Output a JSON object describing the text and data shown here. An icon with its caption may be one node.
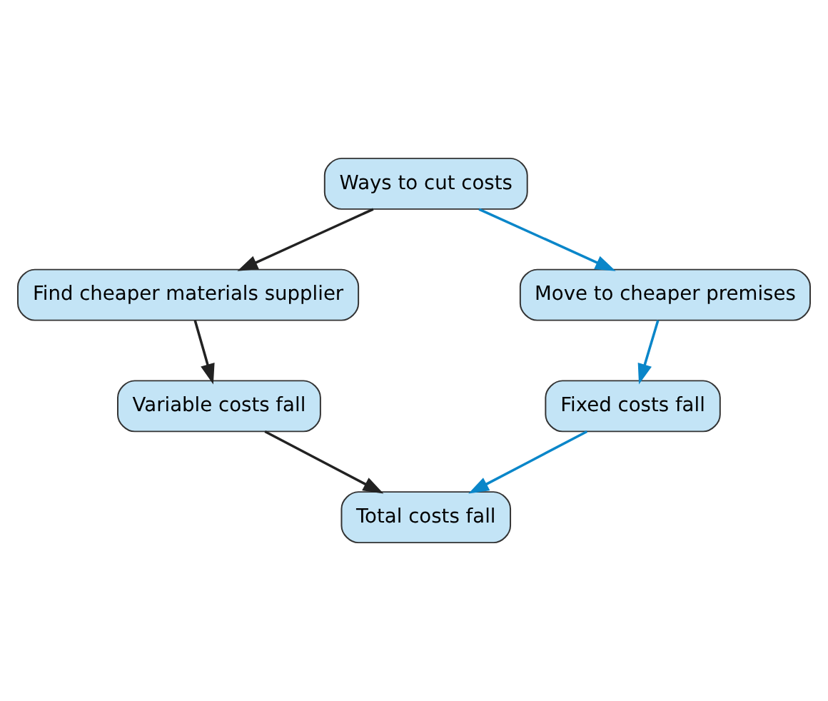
{
  "diagram": {
    "nodes": [
      {
        "text": [
          "Ways to cut costs"
        ]
      },
      {
        "text": [
          "Find cheaper materials supplier"
        ]
      },
      {
        "text": [
          "Move to cheaper premises"
        ]
      },
      {
        "text": [
          "Variable costs fall"
        ]
      },
      {
        "text": [
          "Fixed costs fall"
        ]
      },
      {
        "text": [
          "Total costs fall"
        ]
      }
    ],
    "edges": [
      {
        "from": 0,
        "to": 1,
        "arrow": "to"
      },
      {
        "from": 0,
        "to": 2,
        "arrow": "to",
        "color": "#0a86c9"
      },
      {
        "from": 1,
        "to": 3,
        "arrow": "to"
      },
      {
        "from": 2,
        "to": 4,
        "arrow": "to",
        "color": "#0a86c9"
      },
      {
        "from": 3,
        "to": 5,
        "arrow": "to"
      },
      {
        "from": 4,
        "to": 5,
        "arrow": "to",
        "color": "#0a86c9"
      }
    ]
  }
}
